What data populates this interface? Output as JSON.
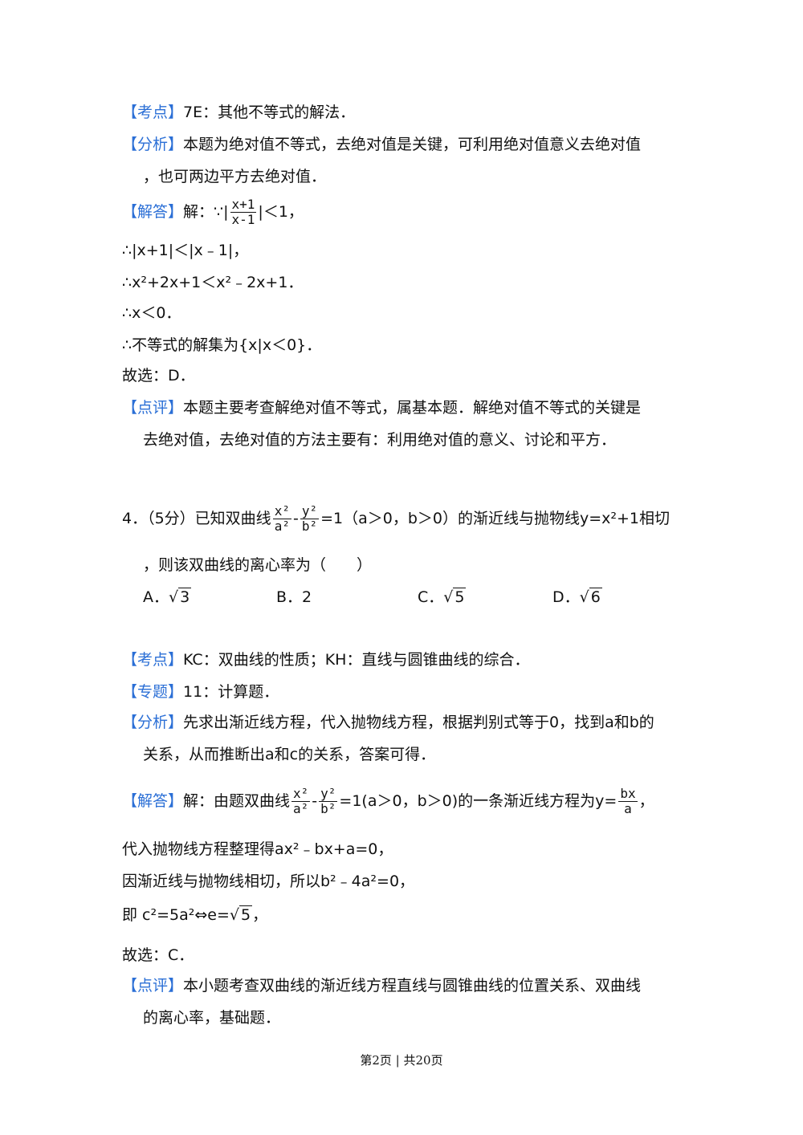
{
  "q3": {
    "kaodian_tag": "【考点】",
    "kaodian": "7E：其他不等式的解法．",
    "fenxi_tag": "【分析】",
    "fenxi_1": "本题为绝对值不等式，去绝对值是关键，可利用绝对值意义去绝对值",
    "fenxi_2": "，也可两边平方去绝对值．",
    "jieda_tag": "【解答】",
    "jieda_prefix": "解：∵|",
    "jieda_frac_num": "x+1",
    "jieda_frac_den": "x-1",
    "jieda_suffix": "|＜1，",
    "step1": "∴|x+1|＜|x﹣1|，",
    "step2": "∴x²+2x+1＜x²﹣2x+1．",
    "step3": "∴x＜0．",
    "step4": "∴不等式的解集为{x|x＜0}．",
    "choice": "故选：D．",
    "dianping_tag": "【点评】",
    "dianping_1": "本题主要考查解绝对值不等式，属基本题．解绝对值不等式的关键是",
    "dianping_2": "去绝对值，去绝对值的方法主要有：利用绝对值的意义、讨论和平方．"
  },
  "q4": {
    "stem_prefix": "4．（5分）已知双曲线",
    "frac1_num": "x²",
    "frac1_den": "a²",
    "minus": "-",
    "frac2_num": "y²",
    "frac2_den": "b²",
    "stem_suffix": "=1（a＞0，b＞0）的渐近线与抛物线y=x²+1相切",
    "stem_2": "，则该双曲线的离心率为（　　）",
    "opt_a_label": "A．",
    "opt_a_val": "3",
    "opt_b": "B．2",
    "opt_c_label": "C．",
    "opt_c_val": "5",
    "opt_d_label": "D．",
    "opt_d_val": "6",
    "kaodian_tag": "【考点】",
    "kaodian": "KC：双曲线的性质；KH：直线与圆锥曲线的综合．",
    "zhuanti_tag": "【专题】",
    "zhuanti": "11：计算题．",
    "fenxi_tag": "【分析】",
    "fenxi_1": "先求出渐近线方程，代入抛物线方程，根据判别式等于0，找到a和b的",
    "fenxi_2": "关系，从而推断出a和c的关系，答案可得．",
    "jieda_tag": "【解答】",
    "jieda_prefix": "解：由题双曲线",
    "jieda_mid": "=1(a＞0，b＞0)的一条渐近线方程为y=",
    "jieda_frac3_num": "bx",
    "jieda_frac3_den": "a",
    "jieda_end": "，",
    "line_a": "代入抛物线方程整理得ax²﹣bx+a=0，",
    "line_b": "因渐近线与抛物线相切，所以b²﹣4a²=0，",
    "line_c_prefix": "即 c²=5a²⇔e=",
    "line_c_rad": "5",
    "line_c_end": "，",
    "choice": "故选：C．",
    "dianping_tag": "【点评】",
    "dianping_1": "本小题考查双曲线的渐近线方程直线与圆锥曲线的位置关系、双曲线",
    "dianping_2": "的离心率，基础题．"
  },
  "footer": "第2页 | 共20页"
}
